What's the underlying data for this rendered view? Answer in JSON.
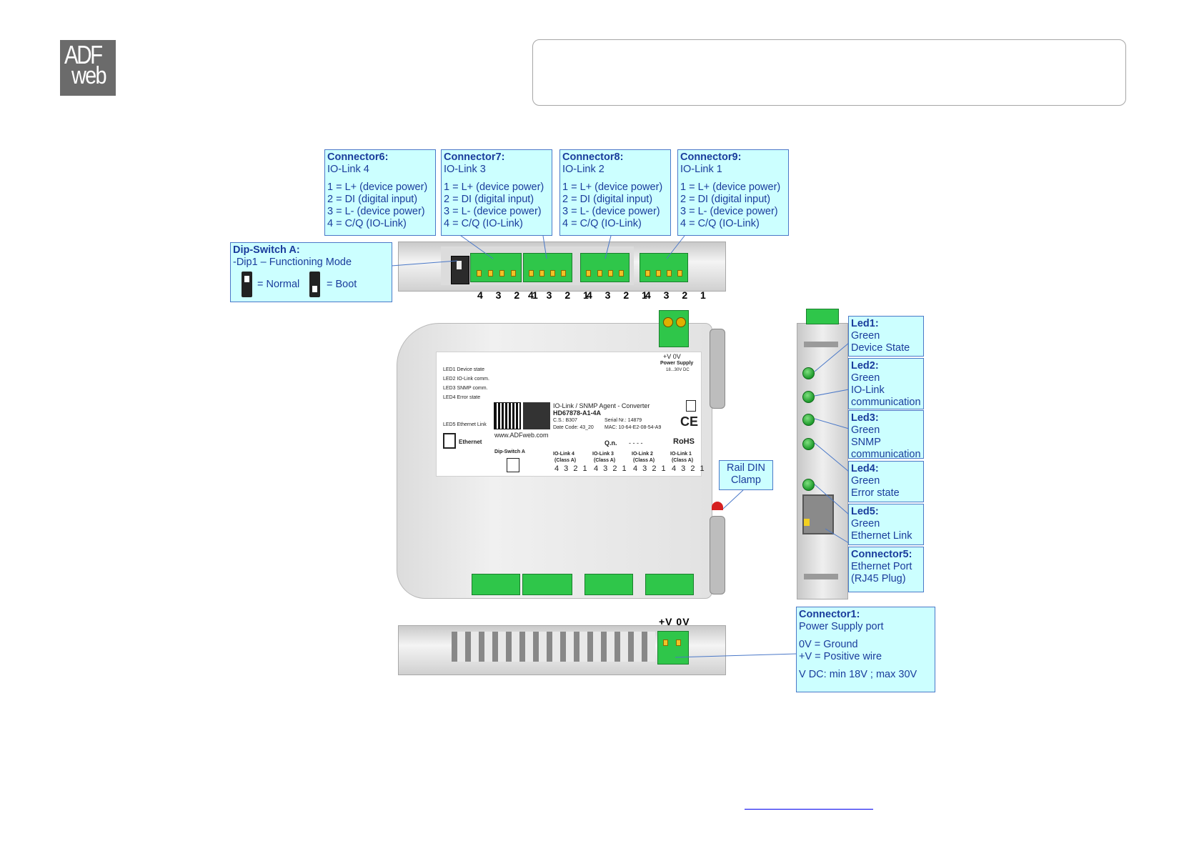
{
  "logo": {
    "line1": "ADF",
    "line2": "web"
  },
  "callouts": {
    "c6": {
      "title": "Connector6:",
      "sub": "IO-Link 4",
      "l1": "1 = L+ (device power)",
      "l2": "2 = DI (digital input)",
      "l3": "3 = L- (device power)",
      "l4": "4 = C/Q (IO-Link)"
    },
    "c7": {
      "title": "Connector7:",
      "sub": "IO-Link 3",
      "l1": "1 = L+ (device power)",
      "l2": "2 = DI (digital input)",
      "l3": "3 = L- (device power)",
      "l4": "4 = C/Q (IO-Link)"
    },
    "c8": {
      "title": "Connector8:",
      "sub": "IO-Link 2",
      "l1": "1 = L+ (device power)",
      "l2": "2 = DI (digital input)",
      "l3": "3 = L- (device power)",
      "l4": "4 = C/Q (IO-Link)"
    },
    "c9": {
      "title": "Connector9:",
      "sub": "IO-Link 1",
      "l1": "1 = L+ (device power)",
      "l2": "2 = DI (digital input)",
      "l3": "3 = L- (device power)",
      "l4": "4 = C/Q (IO-Link)"
    },
    "dip": {
      "title": "Dip-Switch A:",
      "sub": "-Dip1 – Functioning Mode",
      "normal": "= Normal",
      "boot": "= Boot"
    },
    "led1": {
      "title": "Led1:",
      "l1": "Green",
      "l2": "Device State"
    },
    "led2": {
      "title": "Led2:",
      "l1": "Green",
      "l2": "IO-Link",
      "l3": "communication"
    },
    "led3": {
      "title": "Led3:",
      "l1": "Green",
      "l2": "SNMP",
      "l3": "communication"
    },
    "led4": {
      "title": "Led4:",
      "l1": "Green",
      "l2": "Error state"
    },
    "led5": {
      "title": "Led5:",
      "l1": "Green",
      "l2": "Ethernet Link"
    },
    "c5": {
      "title": "Connector5:",
      "l1": "Ethernet Port",
      "l2": "(RJ45 Plug)"
    },
    "rail": {
      "l1": "Rail DIN",
      "l2": "Clamp"
    },
    "c1": {
      "title": "Connector1:",
      "l1": "Power Supply port",
      "l2": "0V = Ground",
      "l3": "+V = Positive wire",
      "l4": "V DC: min 18V ; max 30V"
    }
  },
  "top_numbers": [
    "4 3 2 1",
    "4 3 2 1",
    "4 3 2 1",
    "4 3 2 1"
  ],
  "bottom_power": "+V 0V",
  "label": {
    "led1": "LED1 Device state",
    "led2": "LED2 IO-Link comm.",
    "led3": "LED3 SNMP comm.",
    "led4": "LED4 Error state",
    "led5": "LED5 Ethernet Link",
    "ethernet": "Ethernet",
    "product": "IO-Link / SNMP Agent - Converter",
    "model": "HD67878-A1-4A",
    "cs": "C.S.: B307",
    "serial": "Serial Nr.: 14879",
    "date": "Date Code: 43_20",
    "mac": "MAC: 10-64-E2-08-54-A9",
    "web": "www.ADFweb.com",
    "qn": "Q.n.",
    "qn_dashes": "- - - -",
    "dip": "Dip-Switch A",
    "ps_v": "+V  0V",
    "ps": "Power Supply",
    "ps_range": "18...30V DC",
    "rohs": "RoHS",
    "ce": "CE",
    "io4": "IO-Link 4",
    "io3": "IO-Link 3",
    "io2": "IO-Link 2",
    "io1": "IO-Link 1",
    "class": "(Class A)",
    "pins": "4 3 2 1"
  }
}
